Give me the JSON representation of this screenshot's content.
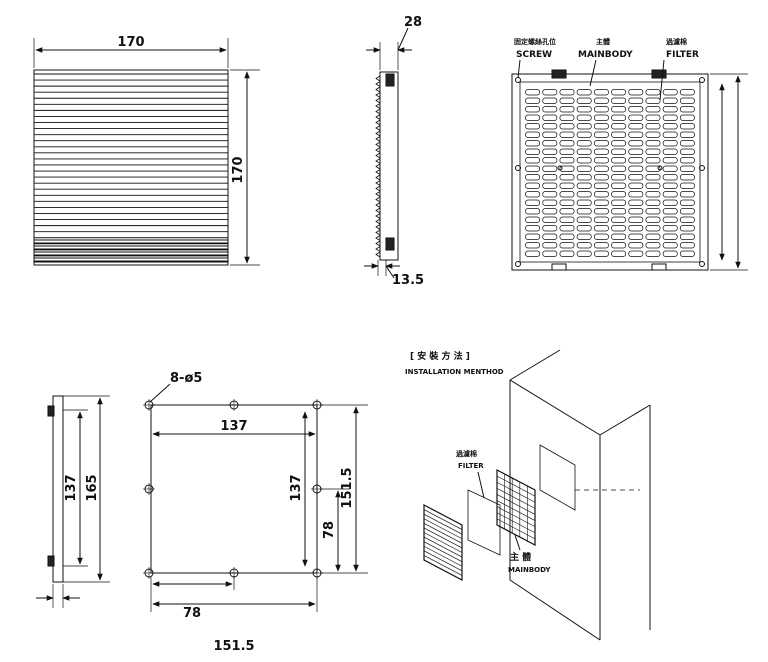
{
  "front_view": {
    "width_dim": "170",
    "height_dim": "170"
  },
  "side_view": {
    "depth_dim": "28",
    "thin_dim": "13.5"
  },
  "parts_view": {
    "screw_cn": "固定螺絲孔位",
    "screw_en": "SCREW",
    "mainbody_cn": "主體",
    "mainbody_en": "MAINBODY",
    "filter_cn": "過濾棉",
    "filter_en": "FILTER"
  },
  "cutout_side": {
    "inner_dim": "137",
    "outer_dim": "165"
  },
  "cutout_front": {
    "holes": "8-ø5",
    "top_dim": "137",
    "right_inner_dim": "137",
    "right_half_dim": "78",
    "right_outer_dim": "151.5",
    "bottom_half_dim": "78",
    "bottom_total_dim": "151.5"
  },
  "installation": {
    "title_cn": "[ 安 裝 方 法 ]",
    "title_en": "INSTALLATION MENTHOD",
    "filter_cn": "過濾棉",
    "filter_en": "FILTER",
    "mainbody_cn": "主 體",
    "mainbody_en": "MAINBODY"
  }
}
